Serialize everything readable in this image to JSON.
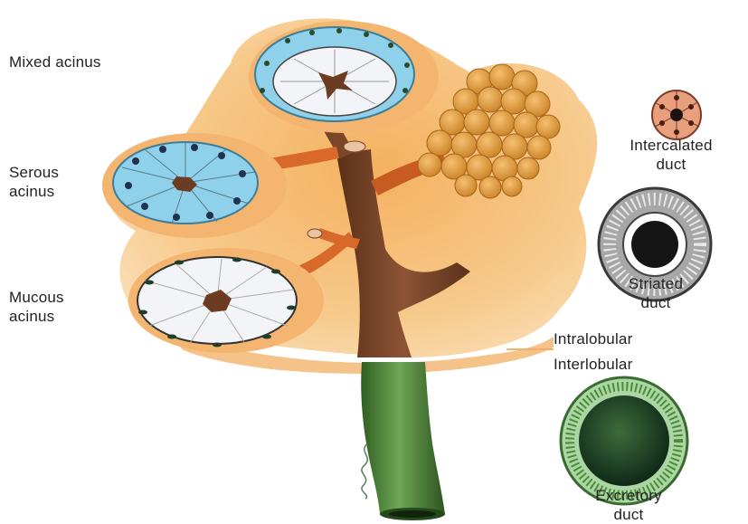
{
  "labels": {
    "mixed_acinus": "Mixed acinus",
    "serous_acinus": "Serous\nacinus",
    "mucous_acinus": "Mucous\nacinus",
    "intercalated_duct": "Intercalated\nduct",
    "striated_duct": "Striated\nduct",
    "intralobular": "Intralobular",
    "interlobular": "Interlobular",
    "excretory_duct": "Excretory\nduct"
  },
  "colors": {
    "lobule_tissue": "#f7c98a",
    "serous_cell": "#8fd0ea",
    "mucous_cell": "#f2f4f7",
    "duct_brown": "#7a4528",
    "duct_orange": "#d9692b",
    "excretory_green": "#4f8a3a",
    "intercalated_pink": "#e8a07c"
  }
}
